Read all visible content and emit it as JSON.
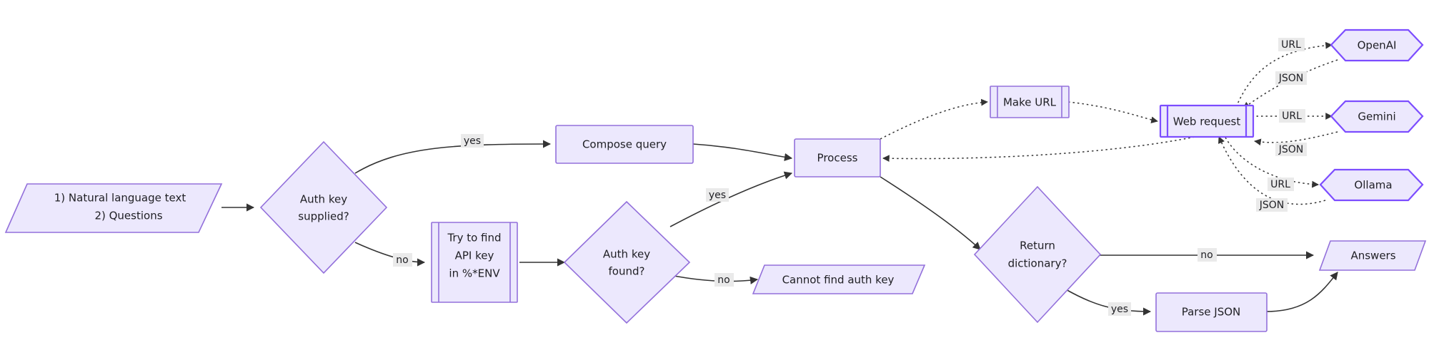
{
  "diagram": {
    "type": "flowchart",
    "direction": "left-to-right",
    "theme": {
      "node_fill": "#ece8fd",
      "node_stroke": "#9370db",
      "node_stroke_accent": "#7c4dff",
      "edge_color": "#333333",
      "edge_label_bg": "#eaeaea",
      "text_color": "#1f1f24",
      "background": "#ffffff"
    },
    "nodes": [
      {
        "id": "input",
        "shape": "parallelogram",
        "lines": [
          "1) Natural language text",
          "2) Questions"
        ]
      },
      {
        "id": "authSupplied",
        "shape": "diamond",
        "lines": [
          "Auth key",
          "supplied?"
        ]
      },
      {
        "id": "compose",
        "shape": "rect",
        "lines": [
          "Compose query"
        ]
      },
      {
        "id": "tryFind",
        "shape": "subroutine",
        "lines": [
          "Try to find",
          "API key",
          "in %*ENV"
        ]
      },
      {
        "id": "authFound",
        "shape": "diamond",
        "lines": [
          "Auth key",
          "found?"
        ]
      },
      {
        "id": "cannotFind",
        "shape": "parallelogram",
        "lines": [
          "Cannot find auth key"
        ]
      },
      {
        "id": "process",
        "shape": "rect",
        "lines": [
          "Process"
        ]
      },
      {
        "id": "makeUrl",
        "shape": "subroutine",
        "lines": [
          "Make URL"
        ]
      },
      {
        "id": "webRequest",
        "shape": "subroutine",
        "lines": [
          "Web request"
        ]
      },
      {
        "id": "openai",
        "shape": "hexagon",
        "lines": [
          "OpenAI"
        ]
      },
      {
        "id": "gemini",
        "shape": "hexagon",
        "lines": [
          "Gemini"
        ]
      },
      {
        "id": "ollama",
        "shape": "hexagon",
        "lines": [
          "Ollama"
        ]
      },
      {
        "id": "returnDict",
        "shape": "diamond",
        "lines": [
          "Return",
          "dictionary?"
        ]
      },
      {
        "id": "parseJson",
        "shape": "rect",
        "lines": [
          "Parse JSON"
        ]
      },
      {
        "id": "answers",
        "shape": "parallelogram",
        "lines": [
          "Answers"
        ]
      }
    ],
    "edges": [
      {
        "from": "input",
        "to": "authSupplied",
        "label": "",
        "style": "solid"
      },
      {
        "from": "authSupplied",
        "to": "compose",
        "label": "yes",
        "style": "solid"
      },
      {
        "from": "authSupplied",
        "to": "tryFind",
        "label": "no",
        "style": "solid"
      },
      {
        "from": "compose",
        "to": "process",
        "label": "",
        "style": "solid"
      },
      {
        "from": "tryFind",
        "to": "authFound",
        "label": "",
        "style": "solid"
      },
      {
        "from": "authFound",
        "to": "process",
        "label": "yes",
        "style": "solid"
      },
      {
        "from": "authFound",
        "to": "cannotFind",
        "label": "no",
        "style": "solid"
      },
      {
        "from": "process",
        "to": "makeUrl",
        "label": "",
        "style": "dotted"
      },
      {
        "from": "makeUrl",
        "to": "webRequest",
        "label": "",
        "style": "dotted"
      },
      {
        "from": "webRequest",
        "to": "openai",
        "label": "URL",
        "style": "dotted"
      },
      {
        "from": "openai",
        "to": "webRequest",
        "label": "JSON",
        "style": "dotted"
      },
      {
        "from": "webRequest",
        "to": "gemini",
        "label": "URL",
        "style": "dotted"
      },
      {
        "from": "gemini",
        "to": "webRequest",
        "label": "JSON",
        "style": "dotted"
      },
      {
        "from": "webRequest",
        "to": "ollama",
        "label": "URL",
        "style": "dotted"
      },
      {
        "from": "ollama",
        "to": "webRequest",
        "label": "JSON",
        "style": "dotted"
      },
      {
        "from": "webRequest",
        "to": "process",
        "label": "",
        "style": "dotted"
      },
      {
        "from": "process",
        "to": "returnDict",
        "label": "",
        "style": "solid"
      },
      {
        "from": "returnDict",
        "to": "answers",
        "label": "no",
        "style": "solid"
      },
      {
        "from": "returnDict",
        "to": "parseJson",
        "label": "yes",
        "style": "solid"
      },
      {
        "from": "parseJson",
        "to": "answers",
        "label": "",
        "style": "solid"
      }
    ],
    "labels": {
      "input_line1": "1) Natural language text",
      "input_line2": "2) Questions",
      "auth_supplied_line1": "Auth key",
      "auth_supplied_line2": "supplied?",
      "compose_query": "Compose query",
      "try_find_line1": "Try to find",
      "try_find_line2": "API key",
      "try_find_line3": "in %*ENV",
      "auth_found_line1": "Auth key",
      "auth_found_line2": "found?",
      "cannot_find": "Cannot find auth key",
      "process": "Process",
      "make_url": "Make URL",
      "web_request": "Web request",
      "openai": "OpenAI",
      "gemini": "Gemini",
      "ollama": "Ollama",
      "return_dict_line1": "Return",
      "return_dict_line2": "dictionary?",
      "parse_json": "Parse JSON",
      "answers": "Answers",
      "yes": "yes",
      "no": "no",
      "url": "URL",
      "json": "JSON"
    }
  }
}
